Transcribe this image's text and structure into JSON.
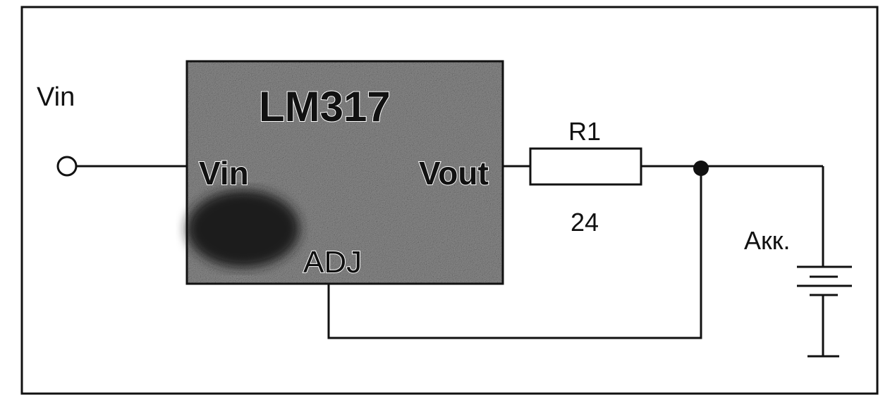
{
  "input": {
    "terminal_label": "Vin"
  },
  "regulator": {
    "part_number": "LM317",
    "pin_in": "Vin",
    "pin_out": "Vout",
    "pin_adj": "ADJ"
  },
  "resistor": {
    "designator": "R1",
    "value": "24"
  },
  "battery": {
    "label": "Акк."
  },
  "colors": {
    "line": "#111111",
    "chip_body": "#8c8c8c",
    "chip_dark_patch": "#1a1a1a",
    "background": "#ffffff"
  }
}
